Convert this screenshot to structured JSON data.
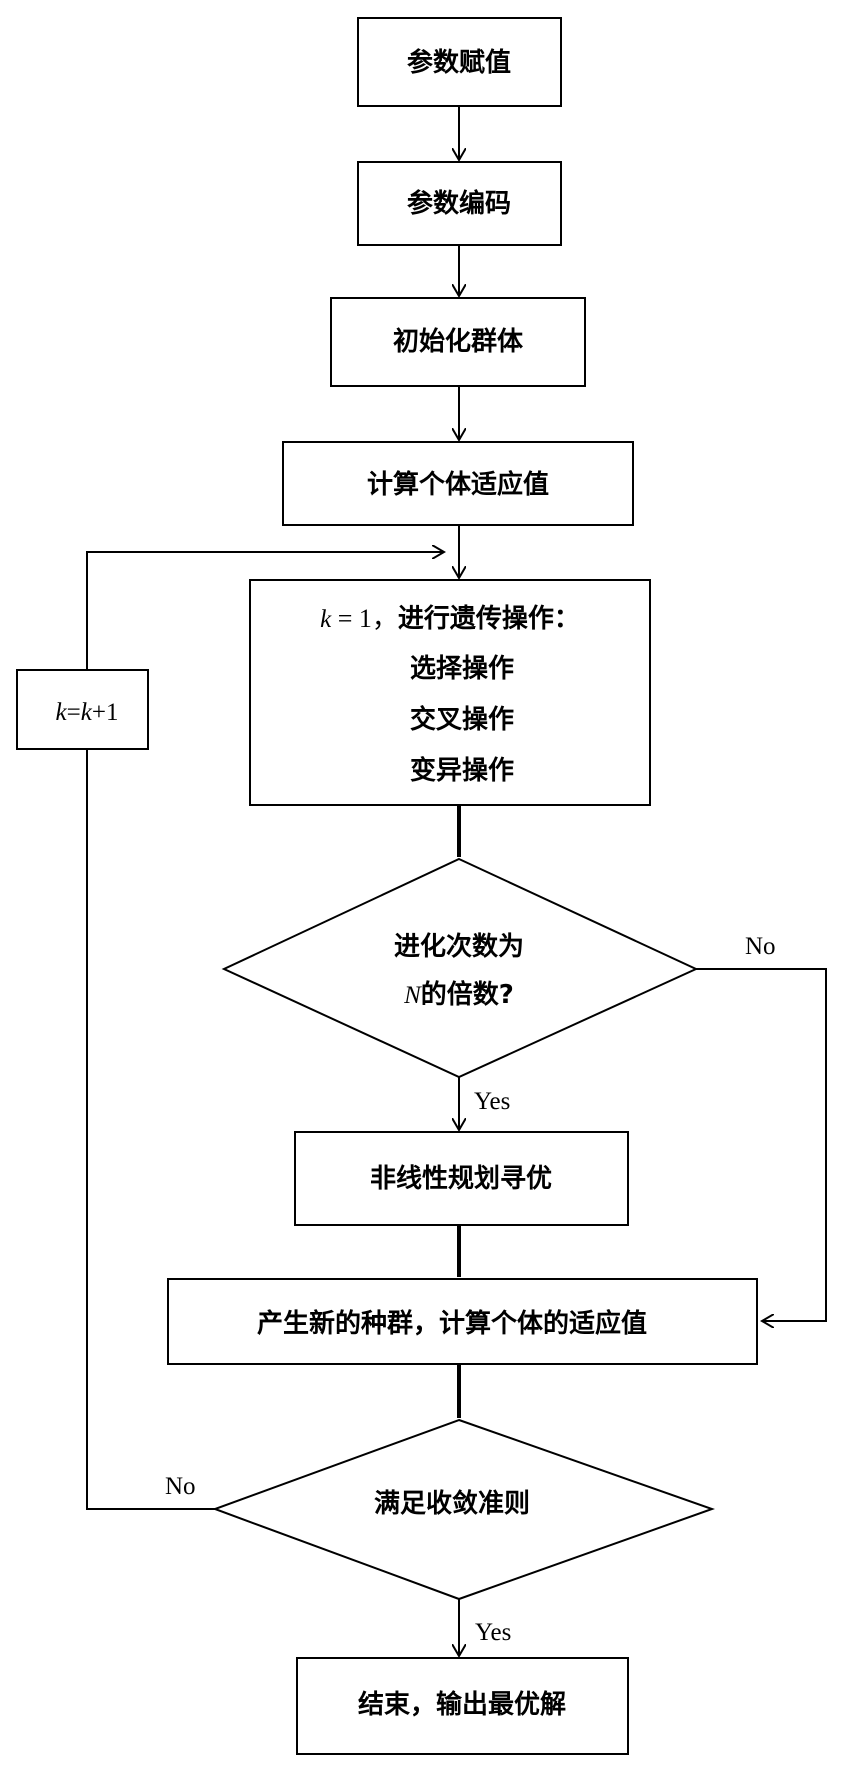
{
  "nodes": {
    "assign": "参数赋值",
    "encode": "参数编码",
    "init": "初始化群体",
    "fitness": "计算个体适应值",
    "genetic": {
      "k_var": "k",
      "k_eq": " = 1，",
      "title": "进行遗传操作：",
      "ops": [
        "选择操作",
        "交叉操作",
        "变异操作"
      ]
    },
    "decision_generation": {
      "line1": "进化次数为",
      "n_var": "N",
      "line2": "的倍数?"
    },
    "nonlinear": "非线性规划寻优",
    "new_population": "产生新的种群，计算个体的适应值",
    "decision_converge": "满足收敛准则",
    "end": "结束，输出最优解",
    "increment": {
      "k1": "k",
      "eq": "=",
      "k2": "k",
      "plus": "+1"
    }
  },
  "edge_labels": {
    "no_generation": "No",
    "yes_generation": "Yes",
    "no_converge": "No",
    "yes_converge": "Yes"
  }
}
